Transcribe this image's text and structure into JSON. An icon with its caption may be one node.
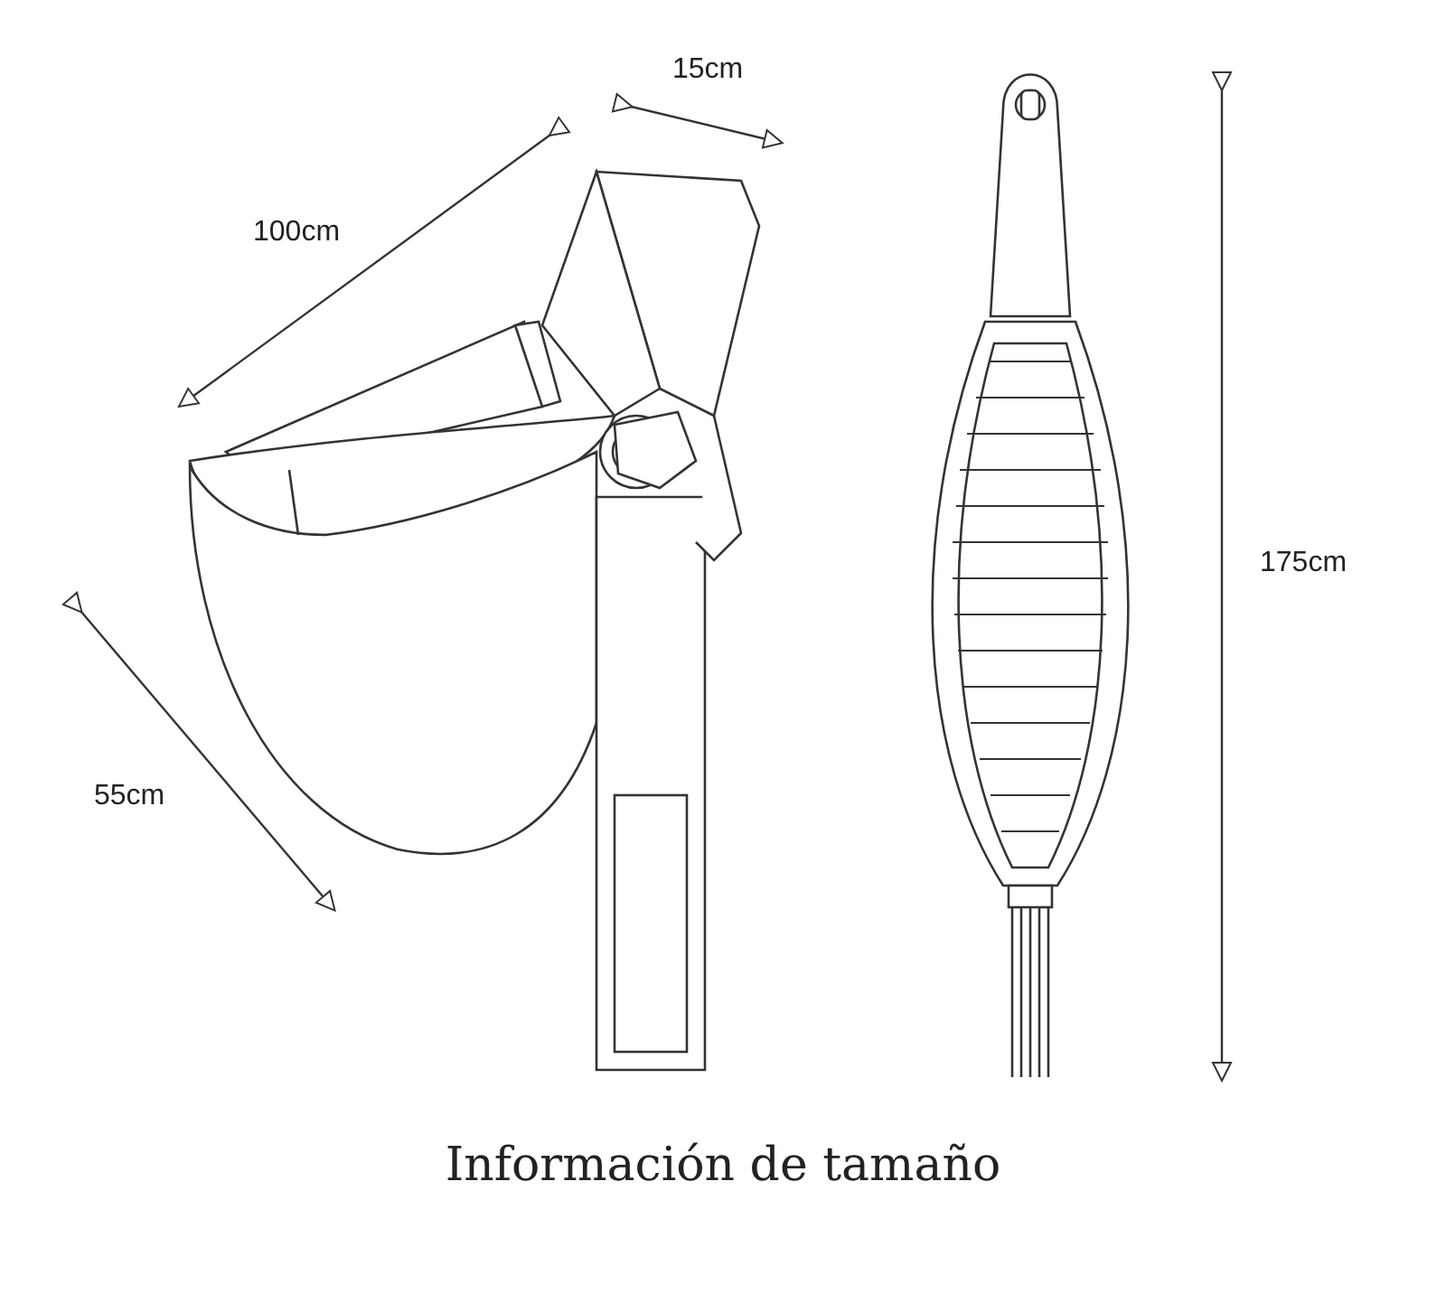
{
  "diagram": {
    "caption": "Información de tamaño",
    "labels": [
      "15cm",
      "100cm",
      "175cm",
      "55cm"
    ]
  }
}
